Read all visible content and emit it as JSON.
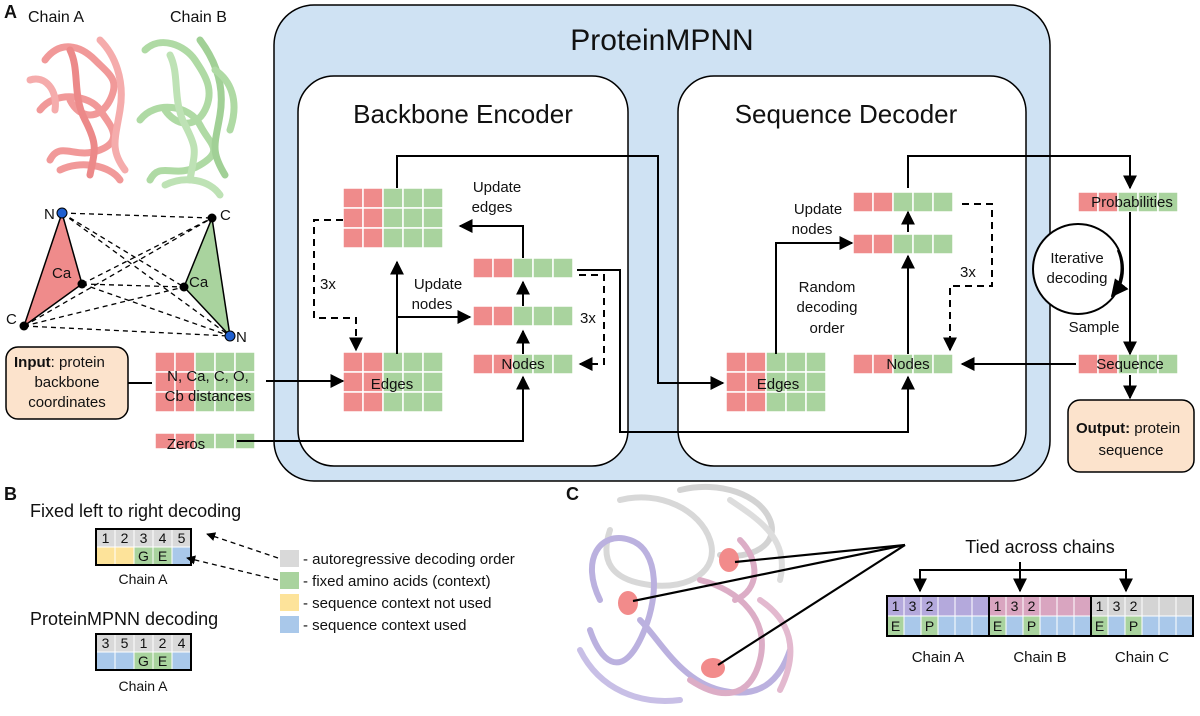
{
  "panel_labels": {
    "a": "A",
    "b": "B",
    "c": "C"
  },
  "structure": {
    "chain_a": "Chain A",
    "chain_b": "Chain B"
  },
  "triangle": {
    "n1": "N",
    "c1": "C",
    "ca1": "Ca",
    "c2": "C",
    "ca2": "Ca",
    "n2": "N"
  },
  "input": {
    "bold": "Input",
    "rest1": ": protein",
    "line2": "backbone",
    "line3": "coordinates"
  },
  "features": {
    "line1": "N, Ca, C, O,",
    "line2": "Cb distances"
  },
  "zeros": "Zeros",
  "main_title": "ProteinMPNN",
  "encoder": {
    "title": "Backbone Encoder",
    "edges": "Edges",
    "nodes": "Nodes",
    "update_edges_1": "Update",
    "update_edges_2": "edges",
    "update_nodes_1": "Update",
    "update_nodes_2": "nodes",
    "repeat_left": "3x",
    "repeat_right": "3x"
  },
  "decoder": {
    "title": "Sequence Decoder",
    "edges": "Edges",
    "nodes": "Nodes",
    "update_nodes_1": "Update",
    "update_nodes_2": "nodes",
    "random_1": "Random",
    "random_2": "decoding",
    "random_3": "order",
    "repeat": "3x"
  },
  "outside": {
    "probabilities": "Probabilities",
    "iterative_1": "Iterative",
    "iterative_2": "decoding",
    "sample": "Sample",
    "sequence": "Sequence",
    "output_bold": "Output:",
    "output_rest": " protein",
    "output_line2": "sequence"
  },
  "panel_b": {
    "fixed_title": "Fixed left to right decoding",
    "fixed_order": [
      "1",
      "2",
      "3",
      "4",
      "5"
    ],
    "fixed_seq": [
      "",
      "",
      "G",
      "E",
      ""
    ],
    "fixed_chain": "Chain A",
    "mpnn_title": "ProteinMPNN decoding",
    "mpnn_order": [
      "3",
      "5",
      "1",
      "2",
      "4"
    ],
    "mpnn_seq": [
      "",
      "",
      "G",
      "E",
      ""
    ],
    "mpnn_chain": "Chain A",
    "legend": [
      {
        "label": "- autoregressive decoding order",
        "color": "#d9d9d9"
      },
      {
        "label": "- fixed amino acids (context)",
        "color": "#a9d39e"
      },
      {
        "label": "- sequence context not used",
        "color": "#fde39a"
      },
      {
        "label": "- sequence context used",
        "color": "#a9c8ea"
      }
    ]
  },
  "panel_c": {
    "tied": "Tied across chains",
    "chains": [
      {
        "name": "Chain A",
        "color": "#b4a9dc",
        "order": [
          "1",
          "3",
          "2",
          "",
          "",
          ""
        ],
        "seq": [
          "E",
          "",
          "P",
          "",
          "",
          ""
        ]
      },
      {
        "name": "Chain B",
        "color": "#d9a5c0",
        "order": [
          "1",
          "3",
          "2",
          "",
          "",
          ""
        ],
        "seq": [
          "E",
          "",
          "P",
          "",
          "",
          ""
        ]
      },
      {
        "name": "Chain C",
        "color": "#d4d4d4",
        "order": [
          "1",
          "3",
          "2",
          "",
          "",
          ""
        ],
        "seq": [
          "E",
          "",
          "P",
          "",
          "",
          ""
        ]
      }
    ]
  },
  "colors": {
    "red": "#ef8b8b",
    "green": "#a9d39e",
    "blue_panel": "#cfe2f3",
    "peach": "#fce3cc",
    "chain_a_ribbon": "#f08e8e",
    "chain_b_ribbon": "#a7d69b"
  }
}
